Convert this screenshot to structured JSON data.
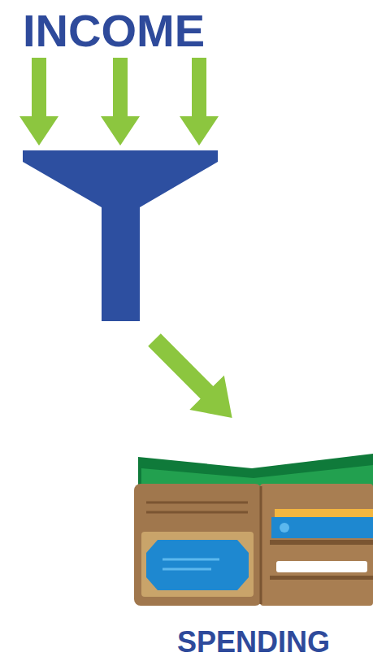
{
  "diagram": {
    "nodes": [
      {
        "text": [
          "INCOME"
        ]
      },
      {
        "text": [
          "SPENDING"
        ]
      }
    ],
    "edges": [
      {
        "from": 0,
        "to": 1,
        "arrow": "to"
      }
    ]
  }
}
